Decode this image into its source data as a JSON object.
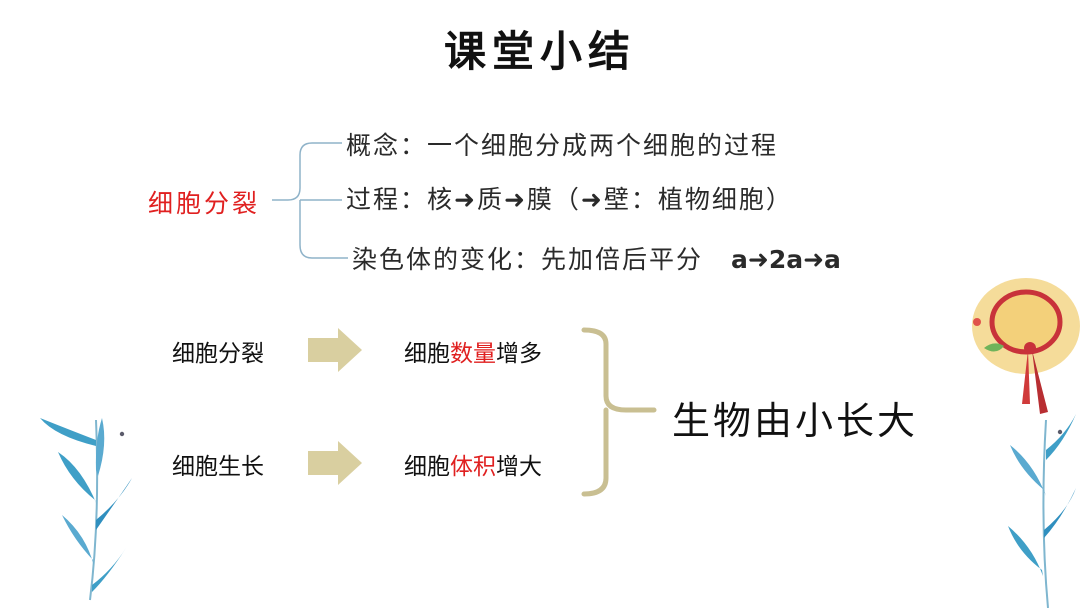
{
  "title": "课堂小结",
  "topic": "细胞分裂",
  "branches": {
    "concept": "概念：一个细胞分成两个细胞的过程",
    "process": "过程：核➜质➜膜（➜壁：植物细胞）",
    "chromosome": "染色体的变化：先加倍后平分",
    "chromosome_formula": "a➜2a➜a"
  },
  "rows": [
    {
      "left": "细胞分裂",
      "right_prefix": "细胞",
      "right_highlight": "数量",
      "right_suffix": "增多"
    },
    {
      "left": "细胞生长",
      "right_prefix": "细胞",
      "right_highlight": "体积",
      "right_suffix": "增大"
    }
  ],
  "result": "生物由小长大",
  "colors": {
    "highlight": "#e02020",
    "arrow": "#d9cfa0",
    "brace": "#c9bf92",
    "bracket_line": "#8fb3c9",
    "leaf": "#3f9fc7"
  }
}
